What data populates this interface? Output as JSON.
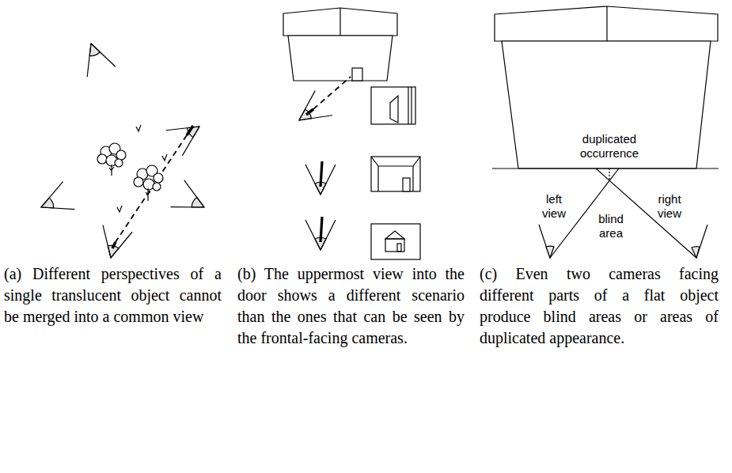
{
  "diagram": {
    "labels": [
      "duplicated occurrence",
      "left view",
      "blind area",
      "right view",
      "(a) Different perspectives of a single translucent object cannot be merged into a common view",
      "(b) The uppermost view into the door shows a different scenario than the ones that can be seen by the frontal-facing cameras.",
      "(c) Even two cameras facing different parts of a flat object produce blind areas or areas of duplicated appearance."
    ]
  }
}
